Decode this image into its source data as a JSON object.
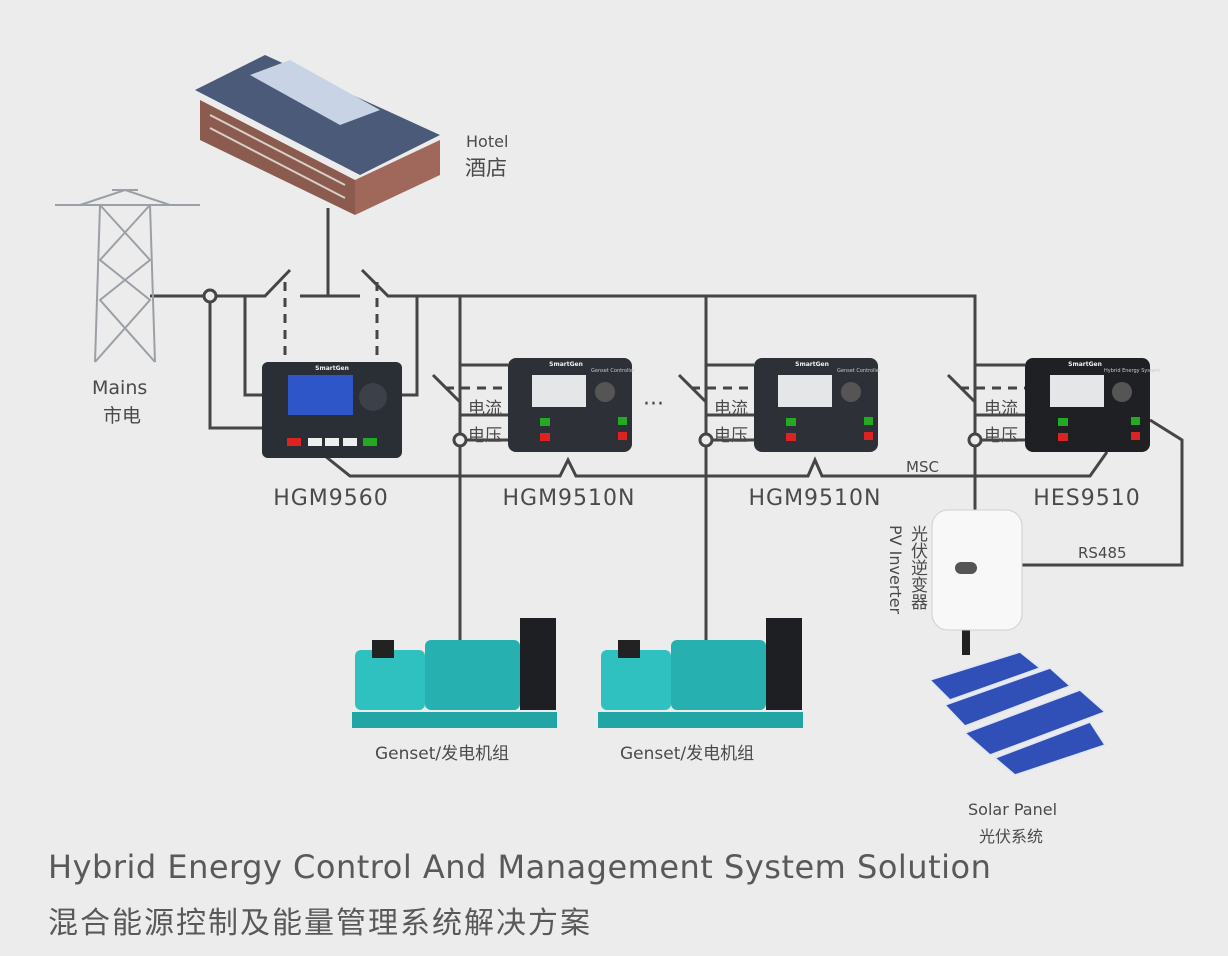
{
  "nodes": {
    "hotel": {
      "en": "Hotel",
      "cn": "酒店"
    },
    "mains": {
      "en": "Mains",
      "cn": "市电"
    },
    "controllers": [
      {
        "model": "HGM9560",
        "brand": "SmartGen"
      },
      {
        "model": "HGM9510N",
        "brand": "SmartGen",
        "subtitle": "Genset Controller"
      },
      {
        "model": "HGM9510N",
        "brand": "SmartGen",
        "subtitle": "Genset Controller"
      },
      {
        "model": "HES9510",
        "brand": "SmartGen",
        "subtitle": "Hybrid Energy System"
      }
    ],
    "signals": {
      "current": "电流",
      "voltage": "电压"
    },
    "ellipsis": "···",
    "msc": "MSC",
    "rs485": "RS485",
    "inverter": {
      "cn": "光伏逆变器",
      "en": "PV Inverter"
    },
    "genset": "Genset/发电机组",
    "solar": {
      "en": "Solar Panel",
      "cn": "光伏系统"
    }
  },
  "title": {
    "en": "Hybrid Energy Control And Management System Solution",
    "cn": "混合能源控制及能量管理系统解决方案"
  },
  "colors": {
    "line": "#444444",
    "background": "#ececec",
    "controller": "#2b2f36",
    "genset": "#2bb5b5",
    "solar": "#2f4fb5"
  }
}
